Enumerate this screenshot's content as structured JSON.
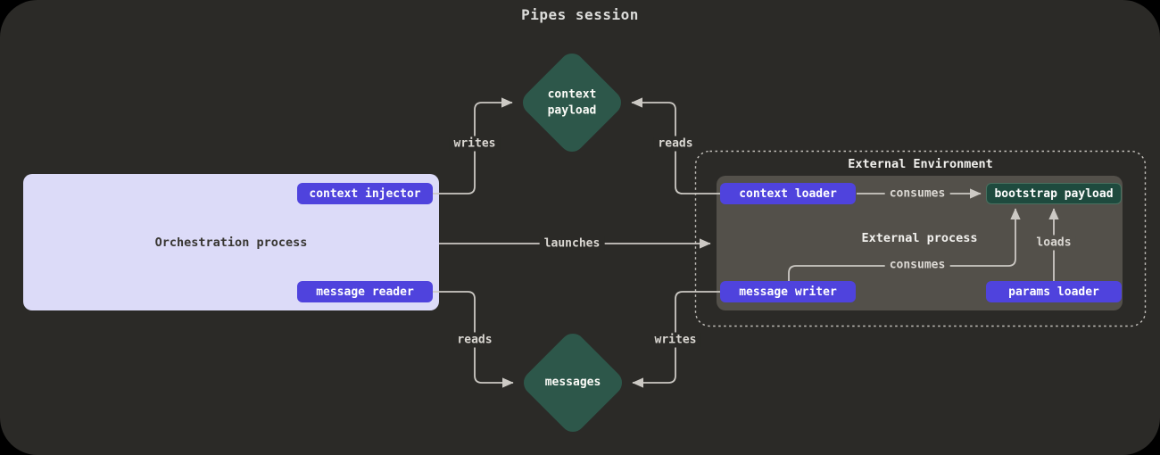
{
  "title": "Pipes session",
  "orchestration": {
    "label": "Orchestration process",
    "context_injector": "context injector",
    "message_reader": "message reader"
  },
  "external_environment": {
    "label": "External Environment",
    "process_label": "External process",
    "context_loader": "context loader",
    "bootstrap_payload": "bootstrap payload",
    "message_writer": "message writer",
    "params_loader": "params loader"
  },
  "artifacts": {
    "context_payload": "context payload",
    "messages": "messages"
  },
  "edges": {
    "writes_top": "writes",
    "reads_top": "reads",
    "launches": "launches",
    "consumes_top": "consumes",
    "consumes_bottom": "consumes",
    "loads": "loads",
    "reads_bottom": "reads",
    "writes_bottom": "writes"
  },
  "colors": {
    "canvas": "#2b2a27",
    "accent_purple": "#4f43dd",
    "lavender": "#dcdbf8",
    "diamond_green": "#2d574a",
    "dark_green": "#1e4a3e",
    "process_gray": "#53504a",
    "line": "#ccc9c4"
  }
}
